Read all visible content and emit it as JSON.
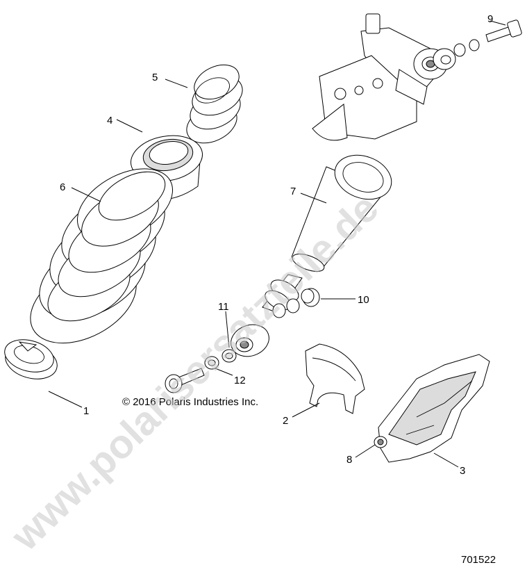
{
  "diagram": {
    "copyright": "© 2016 Polaris Industries Inc.",
    "figure_number": "701522",
    "watermark": "www.polarisersatzteile.de",
    "callouts": [
      "1",
      "2",
      "3",
      "4",
      "5",
      "6",
      "7",
      "8",
      "9",
      "10",
      "11",
      "12"
    ]
  }
}
